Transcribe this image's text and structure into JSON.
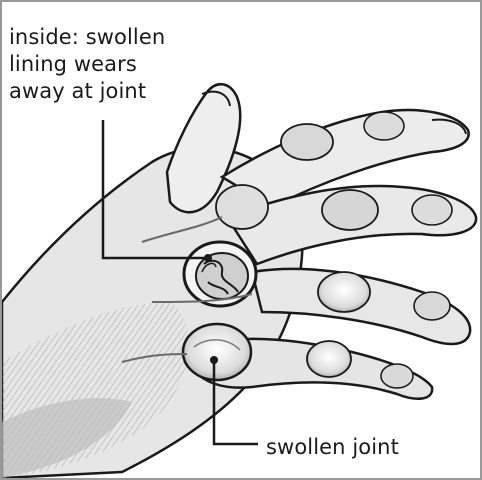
{
  "labels": {
    "inside_lines": [
      "inside: swollen",
      "lining wears",
      "away at joint"
    ],
    "swollen_joint": "swollen joint"
  },
  "colors": {
    "ink": "#1a1a1a",
    "skin_light": "#f1f1f1",
    "skin_mid": "#d4d4d4",
    "skin_shadow": "#9c9c9c",
    "frame": "#9a9a9a"
  }
}
